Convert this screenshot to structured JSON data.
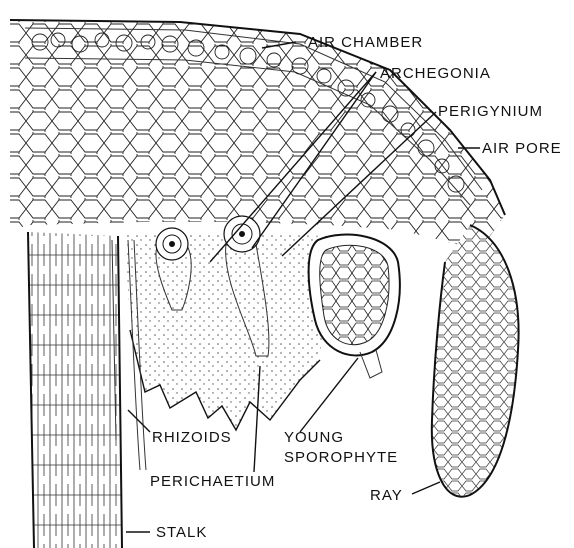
{
  "labels": {
    "air_chamber": "AIR CHAMBER",
    "archegonia": "ARCHEGONIA",
    "perigynium": "PERIGYNIUM",
    "air_pore": "AIR PORE",
    "rhizoids": "RHIZOIDS",
    "young_sporophyte_1": "YOUNG",
    "young_sporophyte_2": "SPOROPHYTE",
    "perichaetium": "PERICHAETIUM",
    "ray": "RAY",
    "stalk": "STALK"
  },
  "colors": {
    "ink": "#111111",
    "paper": "#ffffff",
    "stipple": "#555555"
  }
}
